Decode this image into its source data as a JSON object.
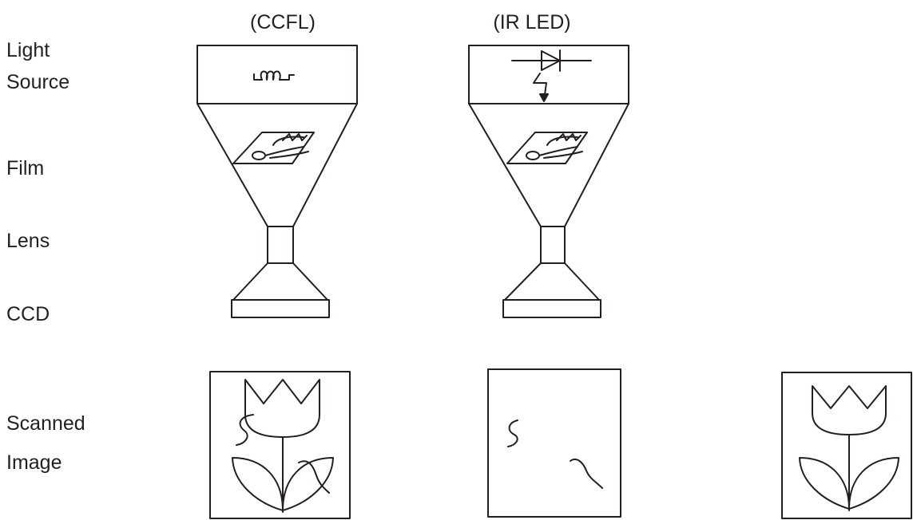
{
  "headers": {
    "ccfl": "(CCFL)",
    "irled": "(IR LED)"
  },
  "labels": {
    "light_source_line1": "Light",
    "light_source_line2": "Source",
    "film": "Film",
    "lens": "Lens",
    "ccd": "CCD",
    "scanned_line1": "Scanned",
    "scanned_line2": "Image"
  },
  "icons": {
    "ccfl": "ccfl-lamp-icon",
    "irled": "ir-led-diode-icon",
    "film": "tulip-film-icon"
  },
  "colors": {
    "line": "#231f20",
    "background": "#ffffff"
  }
}
